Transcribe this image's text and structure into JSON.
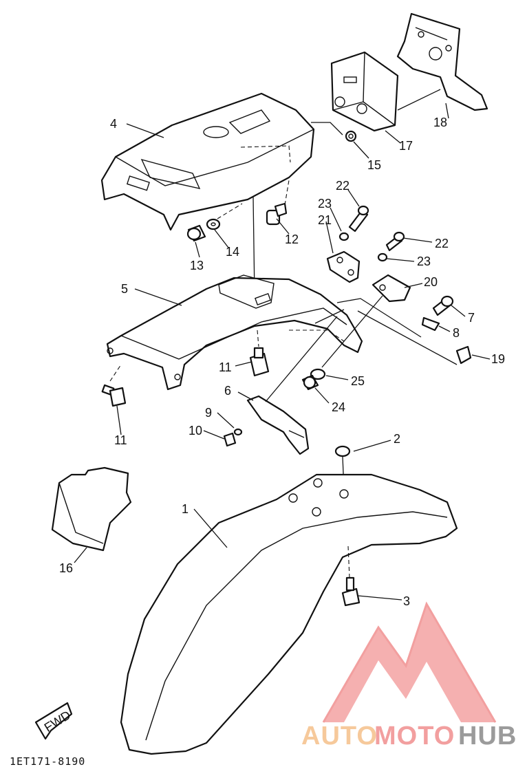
{
  "diagram": {
    "part_code": "1ET171-8190",
    "fwd_label": "FWD",
    "callouts": [
      {
        "id": "c1",
        "text": "1"
      },
      {
        "id": "c2",
        "text": "2"
      },
      {
        "id": "c3",
        "text": "3"
      },
      {
        "id": "c4",
        "text": "4"
      },
      {
        "id": "c5",
        "text": "5"
      },
      {
        "id": "c6",
        "text": "6"
      },
      {
        "id": "c7",
        "text": "7"
      },
      {
        "id": "c8",
        "text": "8"
      },
      {
        "id": "c9",
        "text": "9"
      },
      {
        "id": "c10",
        "text": "10"
      },
      {
        "id": "c11a",
        "text": "11"
      },
      {
        "id": "c11b",
        "text": "11"
      },
      {
        "id": "c12",
        "text": "12"
      },
      {
        "id": "c13",
        "text": "13"
      },
      {
        "id": "c14",
        "text": "14"
      },
      {
        "id": "c15",
        "text": "15"
      },
      {
        "id": "c16",
        "text": "16"
      },
      {
        "id": "c17",
        "text": "17"
      },
      {
        "id": "c18",
        "text": "18"
      },
      {
        "id": "c19",
        "text": "19"
      },
      {
        "id": "c20",
        "text": "20"
      },
      {
        "id": "c21",
        "text": "21"
      },
      {
        "id": "c22a",
        "text": "22"
      },
      {
        "id": "c22b",
        "text": "22"
      },
      {
        "id": "c23a",
        "text": "23"
      },
      {
        "id": "c23b",
        "text": "23"
      },
      {
        "id": "c24",
        "text": "24"
      },
      {
        "id": "c25",
        "text": "25"
      }
    ]
  },
  "watermark": {
    "word_1": "AUTO",
    "word_2": "MOTO",
    "word_3": "HUB",
    "colors": {
      "auto": "#f5c08a",
      "moto": "#f08f8f",
      "hub": "#8a8a8a",
      "logo": "#f4a3a3"
    }
  }
}
